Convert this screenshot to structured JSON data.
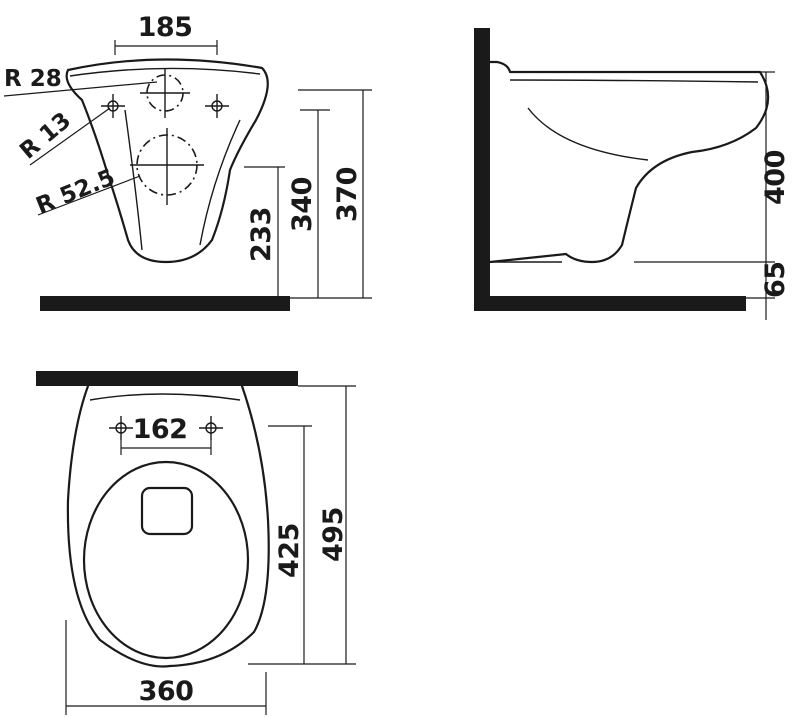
{
  "front_view": {
    "width_dim": "185",
    "radius_top": "R 28",
    "radius_small": "R 13",
    "radius_large": "R 52.5",
    "height_outlet": "233",
    "height_mid": "340",
    "height_total": "370"
  },
  "side_view": {
    "height_total": "400",
    "height_bottom": "65"
  },
  "top_view": {
    "bolt_spacing": "162",
    "depth_inner": "425",
    "depth_total": "495",
    "width_total": "360"
  }
}
